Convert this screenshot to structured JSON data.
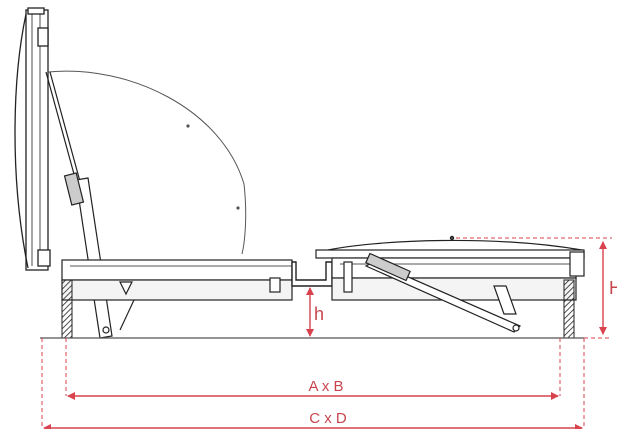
{
  "labels": {
    "h": "h",
    "H": "H",
    "ab": "A x B",
    "cd": "C x D"
  },
  "colors": {
    "line": "#222222",
    "gray": "#777777",
    "dim": "#d9434d"
  }
}
